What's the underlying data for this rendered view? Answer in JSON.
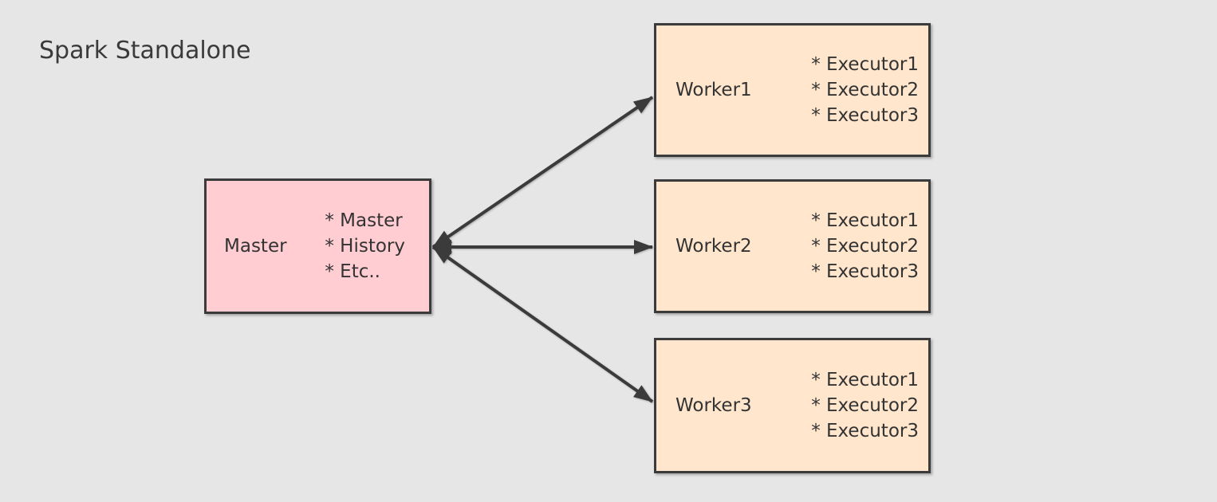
{
  "title": "Spark Standalone",
  "colors": {
    "background": "#e6e6e6",
    "border": "#3b3b3b",
    "text": "#333333",
    "arrow": "#3b3b3b",
    "master_fill": "#ffcdd2",
    "worker_fill": "#ffe6cc"
  },
  "nodes": {
    "master": {
      "label": "Master",
      "items": [
        "* Master",
        "* History",
        "* Etc.."
      ]
    },
    "worker1": {
      "label": "Worker1",
      "items": [
        "* Executor1",
        "* Executor2",
        "* Executor3"
      ]
    },
    "worker2": {
      "label": "Worker2",
      "items": [
        "* Executor1",
        "* Executor2",
        "* Executor3"
      ]
    },
    "worker3": {
      "label": "Worker3",
      "items": [
        "* Executor1",
        "* Executor2",
        "* Executor3"
      ]
    }
  },
  "edges": [
    {
      "from": "Master",
      "to": "Worker1",
      "type": "bidirectional"
    },
    {
      "from": "Master",
      "to": "Worker2",
      "type": "bidirectional"
    },
    {
      "from": "Master",
      "to": "Worker3",
      "type": "bidirectional"
    }
  ]
}
